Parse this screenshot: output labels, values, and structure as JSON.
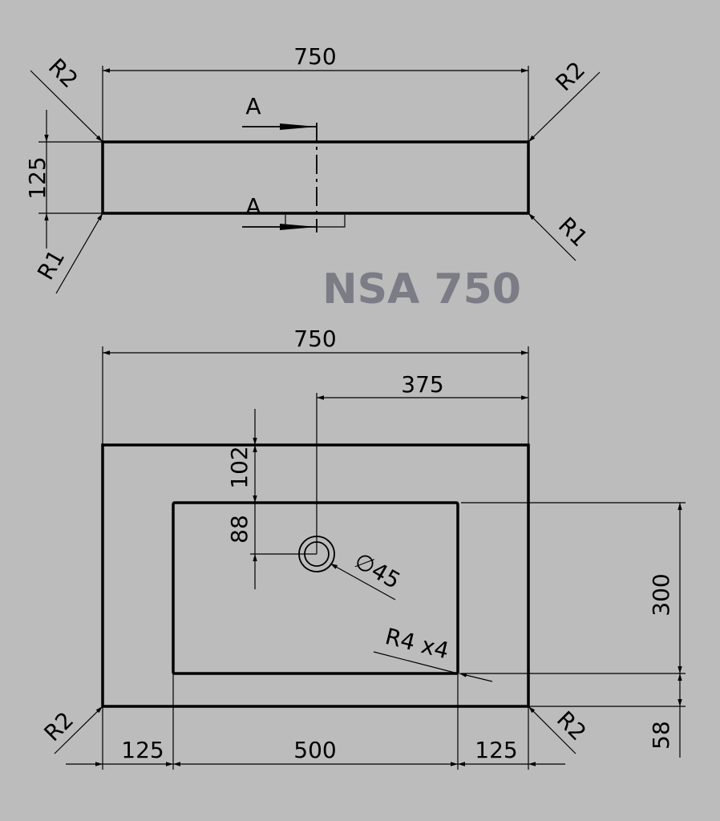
{
  "title": "NSA 750",
  "colors": {
    "background": "#bcbcbc",
    "title": "#7c7c86",
    "lines": "#000000"
  },
  "side_view": {
    "width": "750",
    "height": "125",
    "section_label_top": "A",
    "section_label_bottom": "A",
    "radius_top_left": "R2",
    "radius_top_right": "R2",
    "radius_bottom_left": "R1",
    "radius_bottom_right": "R1"
  },
  "top_view": {
    "width": "750",
    "half_width": "375",
    "top_offset": "102",
    "hole_offset": "88",
    "hole_diameter": "∅45",
    "basin_depth": "300",
    "bottom_offset": "58",
    "corner_radius": "R4 x4",
    "left_margin": "125",
    "basin_width": "500",
    "right_margin": "125",
    "radius_bottom_left": "R2",
    "radius_bottom_right": "R2"
  }
}
